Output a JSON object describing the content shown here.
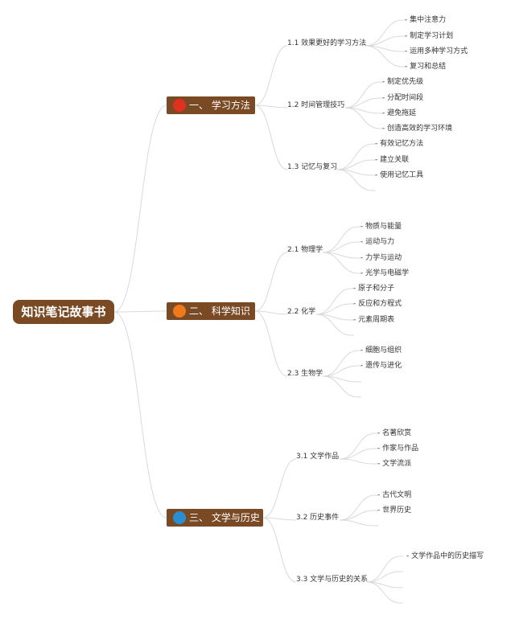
{
  "root": {
    "label": "知识笔记故事书"
  },
  "branches": [
    {
      "label": "一、 学习方法",
      "icon": "red-circle-icon",
      "color": "#e0301e",
      "subs": [
        {
          "label": "1.1 效果更好的学习方法",
          "leaves": [
            "- 集中注意力",
            "- 制定学习计划",
            "- 运用多种学习方式",
            "- 复习和总结"
          ]
        },
        {
          "label": "1.2 时间管理技巧",
          "leaves": [
            "- 制定优先级",
            "- 分配时间段",
            "- 避免拖延",
            "- 创造高效的学习环境"
          ]
        },
        {
          "label": "1.3 记忆与复习",
          "leaves": [
            "- 有效记忆方法",
            "- 建立关联",
            "- 使用记忆工具",
            ""
          ]
        }
      ]
    },
    {
      "label": "二、 科学知识",
      "icon": "orange-circle-icon",
      "color": "#f07a1a",
      "subs": [
        {
          "label": "2.1 物理学",
          "leaves": [
            "- 物质与能量",
            "- 运动与力",
            "- 力学与运动",
            "- 光学与电磁学"
          ]
        },
        {
          "label": "2.2 化学",
          "leaves": [
            "- 原子和分子",
            "- 反应和方程式",
            "- 元素周期表",
            ""
          ]
        },
        {
          "label": "2.3 生物学",
          "leaves": [
            "- 细胞与组织",
            "- 遗传与进化",
            "",
            ""
          ]
        }
      ]
    },
    {
      "label": "三、 文学与历史",
      "icon": "blue-circle-icon",
      "color": "#2a8fd0",
      "subs": [
        {
          "label": "3.1 文学作品",
          "leaves": [
            "- 名著欣赏",
            "- 作家与作品",
            "- 文学流派"
          ]
        },
        {
          "label": "3.2 历史事件",
          "leaves": [
            "- 古代文明",
            "- 世界历史",
            ""
          ]
        },
        {
          "label": "3.3 文学与历史的关系",
          "leaves": [
            "- 文学作品中的历史描写",
            "",
            "",
            ""
          ]
        }
      ]
    }
  ]
}
